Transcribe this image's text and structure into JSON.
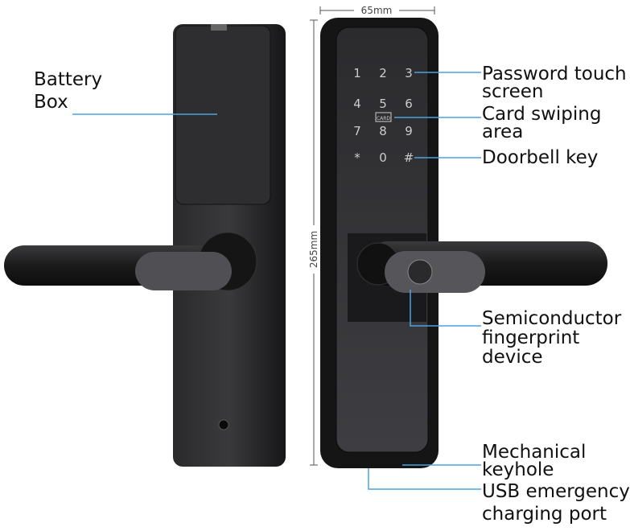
{
  "dimensions": {
    "width": "65mm",
    "height": "265mm"
  },
  "keypad": [
    "1",
    "2",
    "3",
    "4",
    "5",
    "6",
    "7",
    "8",
    "9",
    "*",
    "0",
    "#"
  ],
  "card_icon_text": "CARD",
  "labels": {
    "battery": [
      "Battery",
      "Box"
    ],
    "password": [
      "Password touch",
      "screen"
    ],
    "card": [
      "Card swiping",
      "area"
    ],
    "doorbell": [
      "Doorbell key"
    ],
    "fingerprint": [
      "Semiconductor",
      "fingerprint",
      "device"
    ],
    "keyhole": [
      "Mechanical",
      "keyhole"
    ],
    "usb": [
      "USB emergency",
      "charging port"
    ]
  },
  "colors": {
    "callout": "#4aa3df",
    "lock": "#1c1c1e"
  }
}
